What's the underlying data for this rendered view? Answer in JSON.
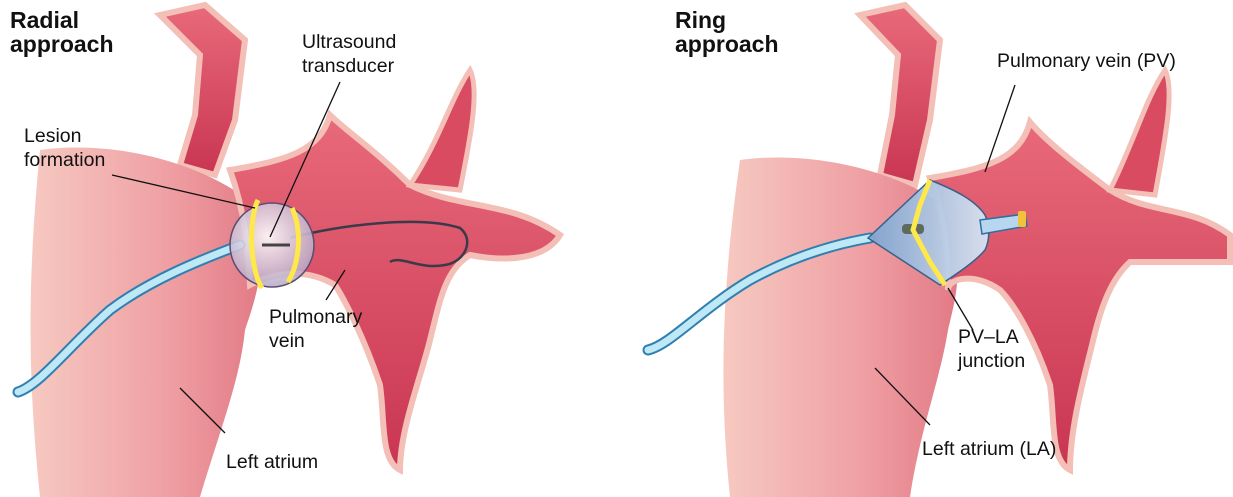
{
  "panels": [
    {
      "title": "Radial\napproach",
      "labels": {
        "ultrasound_transducer": "Ultrasound\ntransducer",
        "lesion_formation": "Lesion\nformation",
        "pulmonary_vein": "Pulmonary\nvein",
        "left_atrium": "Left atrium"
      }
    },
    {
      "title": "Ring\napproach",
      "labels": {
        "pulmonary_vein": "Pulmonary vein (PV)",
        "pv_la_junction": "PV–LA\njunction",
        "left_atrium": "Left atrium (LA)"
      }
    }
  ],
  "colors": {
    "tissue": "#f3bfb6",
    "atrium": "#e9858f",
    "vein": "#d8485c",
    "vein_outline": "#b8324a",
    "catheter": "#9dd7ee",
    "catheter_outline": "#2f7fb0",
    "lesion": "#ffe84a",
    "leader": "#111111"
  }
}
